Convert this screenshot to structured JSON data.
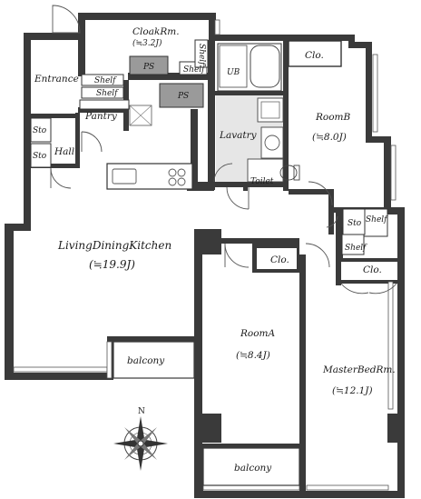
{
  "rooms": {
    "cloak": {
      "name": "CloakRm.",
      "area": "(≒3.2J)"
    },
    "entrance": {
      "name": "Entrance"
    },
    "pantry": {
      "name": "Pantry"
    },
    "hall": {
      "name": "Hall"
    },
    "ldk": {
      "name": "LivingDiningKitchen",
      "area": "(≒19.9J)"
    },
    "lavatry": {
      "name": "Lavatry"
    },
    "toilet": {
      "name": "Toilet"
    },
    "ub": {
      "name": "UB"
    },
    "roomB": {
      "name": "RoomB",
      "area": "(≒8.0J)"
    },
    "roomA": {
      "name": "RoomA",
      "area": "(≒8.4J)"
    },
    "master": {
      "name": "MasterBedRm.",
      "area": "(≒12.1J)"
    }
  },
  "storage": {
    "shelf_cloak_vertical": "Shelf",
    "shelf_cloak": "Shelf",
    "shelf_entrance_1": "Shelf",
    "shelf_entrance_2": "Shelf",
    "shelf_hall": "Shelf",
    "shelf_small_1": "Shelf",
    "ps_1": "PS",
    "ps_2": "PS",
    "sto_1": "Sto",
    "sto_2": "Sto",
    "sto_3": "Sto",
    "clo_roomB": "Clo.",
    "clo_roomA": "Clo.",
    "clo_master": "Clo."
  },
  "outdoor": {
    "balcony_ldk": "balcony",
    "balcony_bottom": "balcony"
  },
  "compass": {
    "north": "N"
  }
}
